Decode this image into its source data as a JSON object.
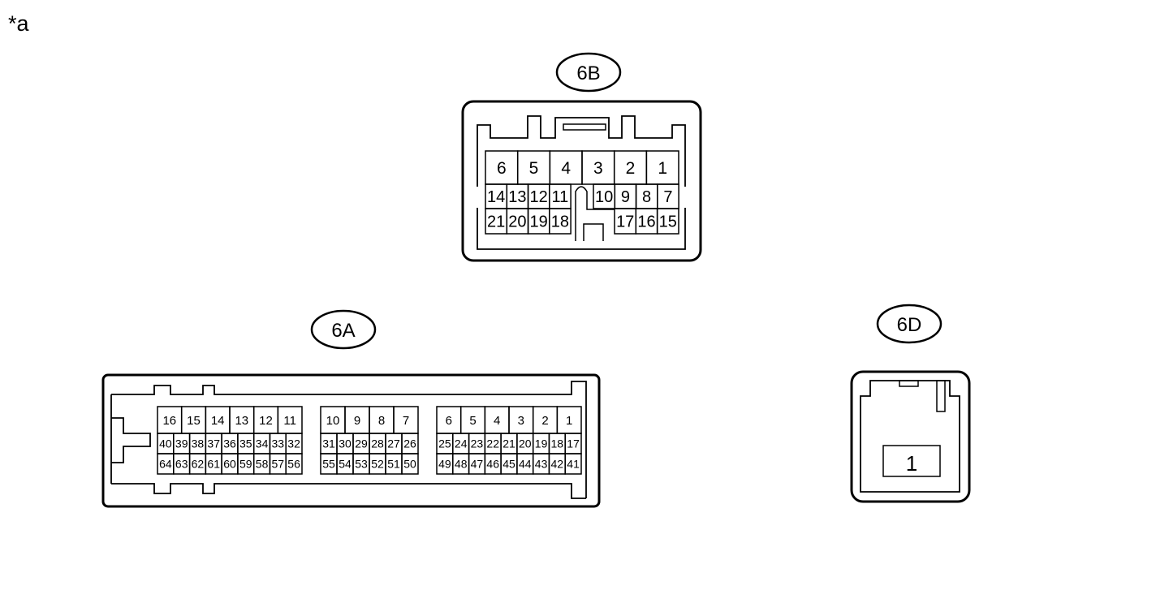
{
  "figure_label": "*a",
  "connectors": {
    "c6B": {
      "name": "6B",
      "row1": [
        "6",
        "5",
        "4",
        "3",
        "2",
        "1"
      ],
      "row2_left": [
        "14",
        "13",
        "12",
        "11"
      ],
      "row2_right": [
        "10",
        "9",
        "8",
        "7"
      ],
      "row3_left": [
        "21",
        "20",
        "19",
        "18"
      ],
      "row3_right": [
        "17",
        "16",
        "15"
      ]
    },
    "c6A": {
      "name": "6A",
      "blocks": [
        {
          "row1": [
            "16",
            "15",
            "14",
            "13",
            "12",
            "11"
          ],
          "row2": [
            "40",
            "39",
            "38",
            "37",
            "36",
            "35",
            "34",
            "33",
            "32"
          ],
          "row3": [
            "64",
            "63",
            "62",
            "61",
            "60",
            "59",
            "58",
            "57",
            "56"
          ]
        },
        {
          "row1": [
            "10",
            "9",
            "8",
            "7"
          ],
          "row2": [
            "31",
            "30",
            "29",
            "28",
            "27",
            "26"
          ],
          "row3": [
            "55",
            "54",
            "53",
            "52",
            "51",
            "50"
          ]
        },
        {
          "row1": [
            "6",
            "5",
            "4",
            "3",
            "2",
            "1"
          ],
          "row2": [
            "25",
            "24",
            "23",
            "22",
            "21",
            "20",
            "19",
            "18",
            "17"
          ],
          "row3": [
            "49",
            "48",
            "47",
            "46",
            "45",
            "44",
            "43",
            "42",
            "41"
          ]
        }
      ]
    },
    "c6D": {
      "name": "6D",
      "pins": [
        "1"
      ]
    }
  }
}
